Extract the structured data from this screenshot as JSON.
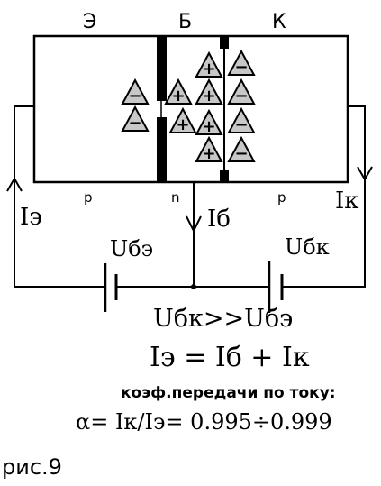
{
  "regions": {
    "emitter": "Э",
    "base": "Б",
    "collector": "К"
  },
  "conductivity": {
    "emitter_type": "p",
    "base_type": "n",
    "collector_type": "p"
  },
  "currents": {
    "emitter": "Iэ",
    "base": "Iб",
    "collector": "Iк"
  },
  "voltages": {
    "base_emitter": "Uбэ",
    "base_collector": "Uбк"
  },
  "charges": {
    "negative": "−",
    "positive": "+"
  },
  "equations": {
    "voltage_relation": "Uбк>>Uбэ",
    "current_sum": "Iэ = Iб + Iк",
    "transfer_label": "коэф.передачи по току:",
    "alpha": "α= Iк/Iэ= 0.995÷0.999"
  },
  "figure_label": "рис.9",
  "colors": {
    "ink": "#000000",
    "charge_fill": "#c8c8c8",
    "background": "#ffffff"
  }
}
